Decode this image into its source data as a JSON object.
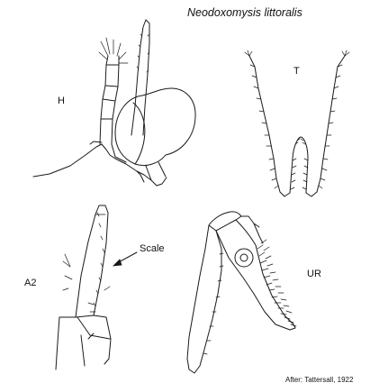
{
  "title": "Neodoxomysis littoralis",
  "panels": {
    "head": "H",
    "telson": "T",
    "antenna": "A2",
    "scale": "Scale",
    "uropod": "UR"
  },
  "credit": "After: Tattersall, 1922",
  "colors": {
    "ink": "#1a1a1a",
    "background": "#ffffff"
  }
}
